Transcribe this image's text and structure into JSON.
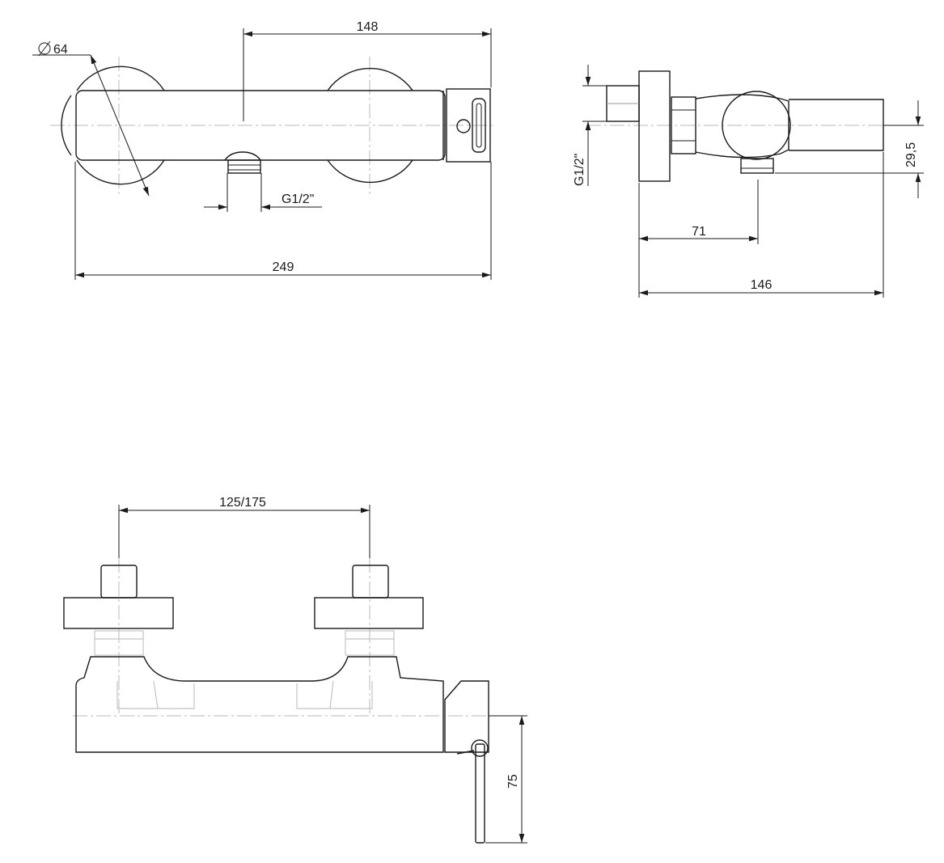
{
  "top_view": {
    "diameter_label": "64",
    "width_label": "148",
    "thread_label": "G1/2\"",
    "overall_label": "249"
  },
  "side_view": {
    "thread_label": "G1/2\"",
    "height_label": "29,5",
    "depth_offset_label": "71",
    "overall_label": "146"
  },
  "front_view": {
    "centers_label": "125/175",
    "lever_label": "75"
  }
}
